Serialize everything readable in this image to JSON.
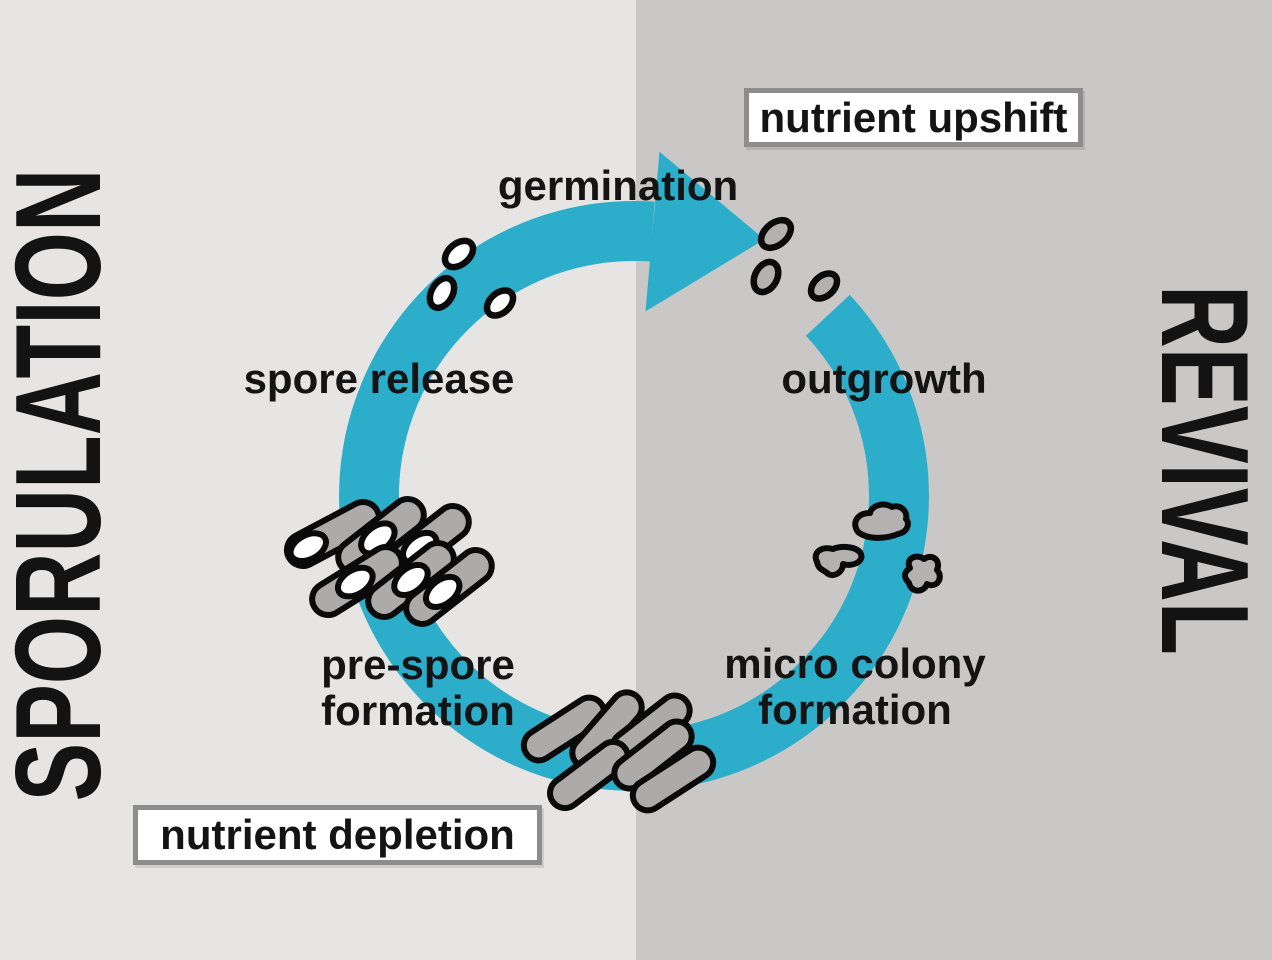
{
  "figure": {
    "left_half_title": "SPORULATION",
    "right_half_title": "REVIVAL"
  },
  "cycle_stages": {
    "germination": "germination",
    "spore_release": "spore release",
    "outgrowth": "outgrowth",
    "pre_spore": {
      "line1": "pre-spore",
      "line2": "formation"
    },
    "micro_colony": {
      "line1": "micro colony",
      "line2": "formation"
    }
  },
  "callouts": {
    "nutrient_upshift": "nutrient upshift",
    "nutrient_depletion": "nutrient depletion"
  },
  "diagram": {
    "type": "cycle",
    "direction": "clockwise"
  },
  "colors": {
    "cycle_arrow_teal": "#2CAECB",
    "left_background": "#E6E5E4",
    "right_background": "#C9C8C7",
    "cell_gray": "#ACABAA",
    "outline_black": "#0A0A0A",
    "spore_white": "#FFFFFF",
    "callout_border_gray": "#8D8D8D",
    "text_black": "#141414"
  },
  "icons": {
    "cycle_arrow": "thick teal clockwise circular arrow with gap at top right",
    "released_spores": "three white ovals near top left of gap",
    "germinating_spores": "three gray ovals right of arrow tip",
    "pre_spore_cells": "six gray rods each containing a white oval",
    "vegetative_cells": "six plain gray rods at bottom of cycle",
    "micro_colonies": "three irregular gray blobs on right arc"
  }
}
